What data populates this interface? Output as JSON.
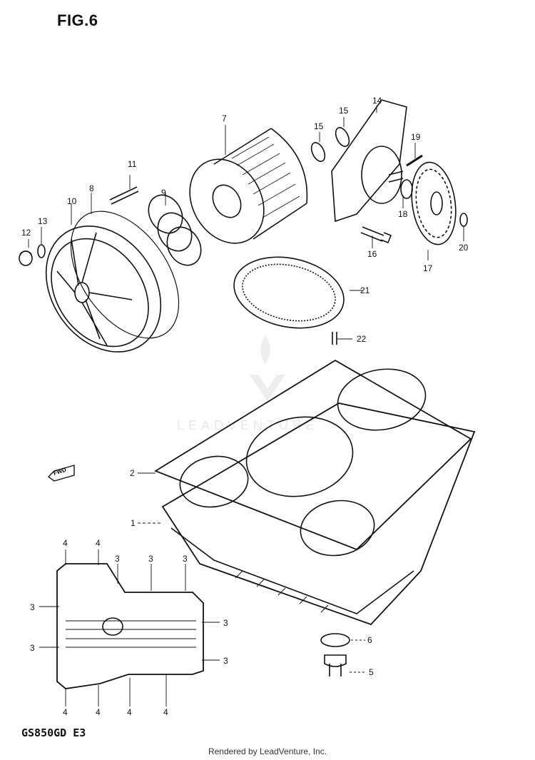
{
  "figure": {
    "title": "FIG.6",
    "model": "GS850GD  E3"
  },
  "callouts": {
    "c1": "1",
    "c2": "2",
    "c3": "3",
    "c4": "4",
    "c5": "5",
    "c6": "6",
    "c7": "7",
    "c8": "8",
    "c9": "9",
    "c10": "10",
    "c11": "11",
    "c12": "12",
    "c13": "13",
    "c14": "14",
    "c15": "15",
    "c16": "16",
    "c17": "17",
    "c18": "18",
    "c19": "19",
    "c20": "20",
    "c21": "21",
    "c22": "22"
  },
  "fwd_label": "FWD",
  "watermark": "LEADVENTURE",
  "footer": "Rendered by LeadVenture, Inc.",
  "colors": {
    "ink": "#111111",
    "watermark": "#e6e6e6"
  }
}
